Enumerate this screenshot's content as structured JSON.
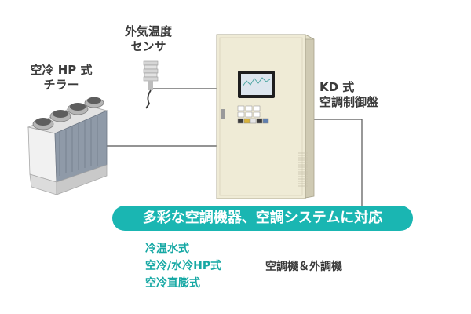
{
  "labels": {
    "chiller": [
      "空冷 HP 式",
      "チラー"
    ],
    "sensor": [
      "外気温度",
      "センサ"
    ],
    "panel": [
      "KD 式",
      "空調制御盤"
    ]
  },
  "banner": "多彩な空調機器、空調システムに対応",
  "water_types": [
    "冷温水式",
    "空冷/水冷HP式",
    "空冷直膨式"
  ],
  "other_type": "空調機＆外調機",
  "colors": {
    "accent": "#1ab6b2",
    "accent_text": "#16a8a4",
    "text": "#3a3a3a",
    "line": "#555555",
    "cabinet": "#efebd6"
  },
  "icons": [
    "chiller-unit-icon",
    "temperature-sensor-icon",
    "control-panel-icon"
  ]
}
